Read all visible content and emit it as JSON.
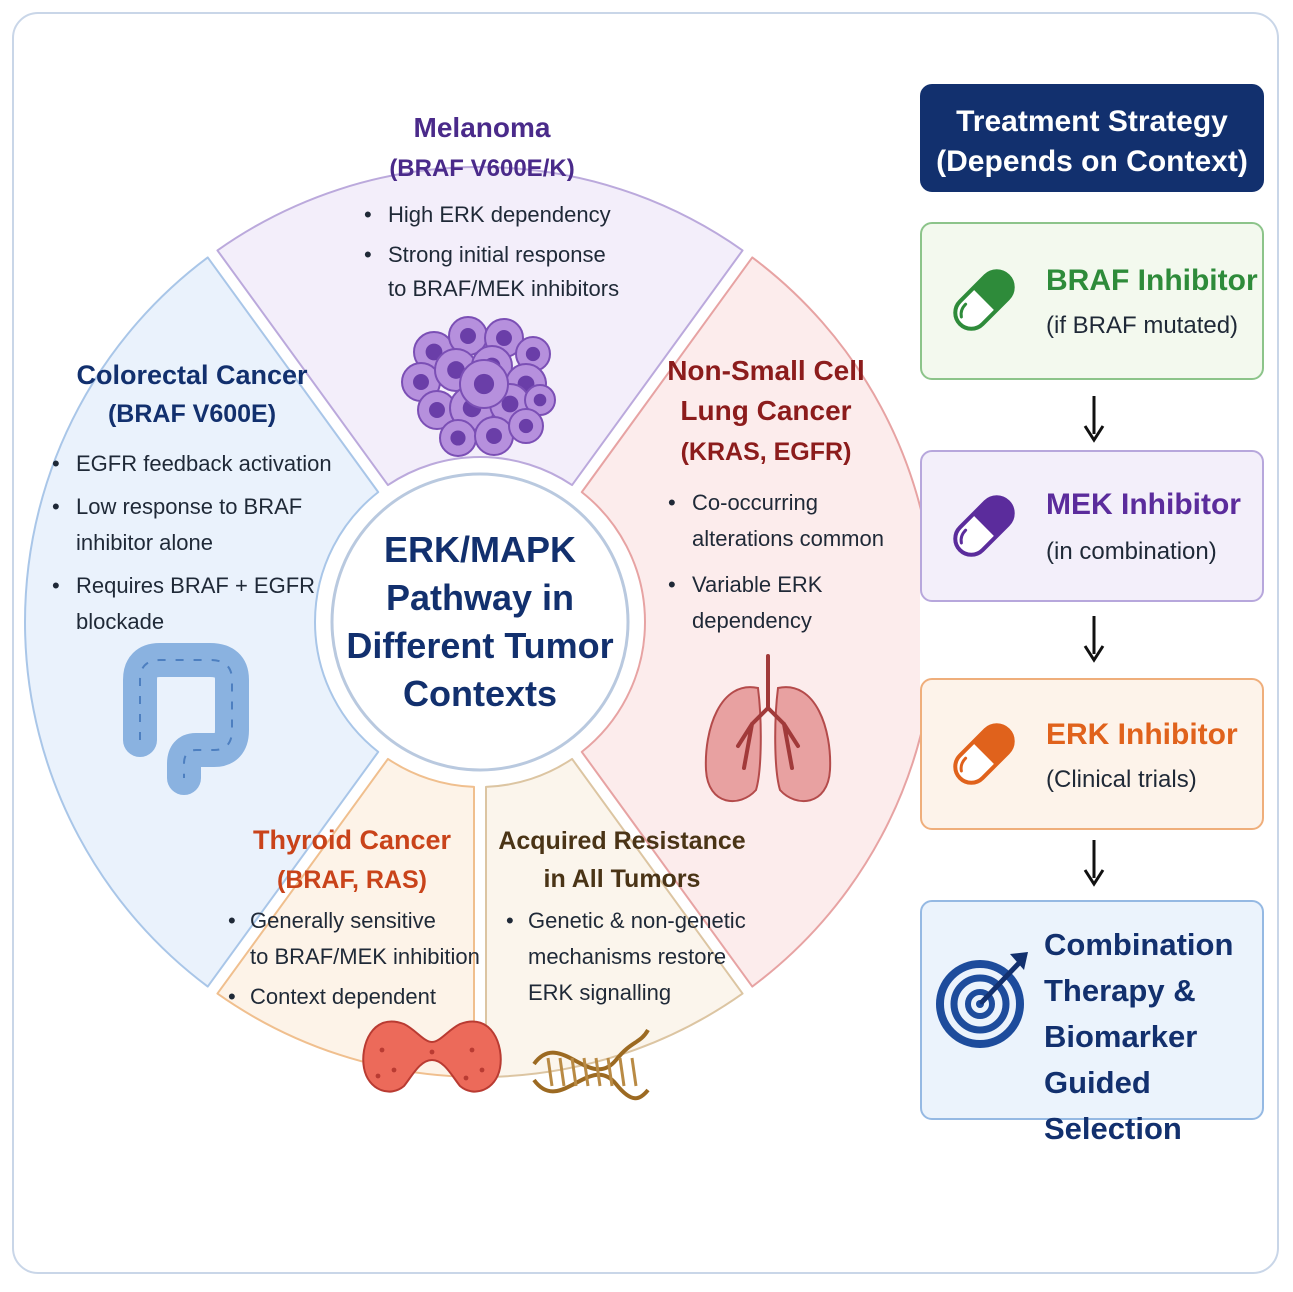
{
  "center": {
    "lines": [
      "ERK/MAPK",
      "Pathway in",
      "Different Tumor",
      "Contexts"
    ],
    "color": "#12306e"
  },
  "segments": {
    "melanoma": {
      "title": "Melanoma",
      "subtitle": "(BRAF V600E/K)",
      "bullets": [
        [
          "High ERK dependency"
        ],
        [
          "Strong initial response",
          "to BRAF/MEK inhibitors"
        ]
      ],
      "icon": "cells-icon",
      "title_color": "#4a2a8a",
      "fill": "#f3eefa",
      "stroke": "#bba9dc"
    },
    "nsclc": {
      "title_lines": [
        "Non-Small Cell",
        "Lung Cancer"
      ],
      "subtitle": "(KRAS, EGFR)",
      "bullets": [
        [
          "Co-occurring",
          "alterations common"
        ],
        [
          "Variable ERK",
          "dependency"
        ]
      ],
      "icon": "lungs-icon",
      "title_color": "#8c1c1c",
      "fill": "#fcecec",
      "stroke": "#e7a3a3"
    },
    "resistance": {
      "title_lines": [
        "Acquired Resistance",
        "in All Tumors"
      ],
      "bullets": [
        [
          "Genetic & non-genetic",
          "mechanisms restore",
          "ERK signalling"
        ]
      ],
      "icon": "dna-icon",
      "title_color": "#4a3416",
      "fill": "#fbf5ec",
      "stroke": "#dcc5a2"
    },
    "thyroid": {
      "title": "Thyroid Cancer",
      "subtitle": "(BRAF, RAS)",
      "bullets": [
        [
          "Generally sensitive",
          "to BRAF/MEK inhibition"
        ],
        [
          "Context dependent"
        ]
      ],
      "icon": "thyroid-icon",
      "title_color": "#c9431a",
      "fill": "#fdf3e8",
      "stroke": "#f0bf8e"
    },
    "colorectal": {
      "title": "Colorectal Cancer",
      "subtitle": "(BRAF V600E)",
      "bullets": [
        [
          "EGFR feedback activation"
        ],
        [
          "Low response to BRAF",
          "inhibitor alone"
        ],
        [
          "Requires BRAF + EGFR",
          "blockade"
        ]
      ],
      "icon": "colon-icon",
      "title_color": "#12306e",
      "fill": "#eaf2fc",
      "stroke": "#a9c6e8"
    }
  },
  "strategy": {
    "header_line1": "Treatment Strategy",
    "header_line2": "(Depends on Context)",
    "braf": {
      "title": "BRAF Inhibitor",
      "sub": "(if BRAF mutated)",
      "icon": "green-pill-icon",
      "color": "#2e8b3a"
    },
    "mek": {
      "title": "MEK Inhibitor",
      "sub": "(in combination)",
      "icon": "purple-pill-icon",
      "color": "#5b2c9c"
    },
    "erk": {
      "title": "ERK Inhibitor",
      "sub": "(Clinical trials)",
      "icon": "orange-pill-icon",
      "color": "#e0621c"
    },
    "combo": {
      "lines": [
        "Combination",
        "Therapy &",
        "Biomarker",
        "Guided Selection"
      ],
      "icon": "target-icon",
      "color": "#12306e"
    }
  }
}
